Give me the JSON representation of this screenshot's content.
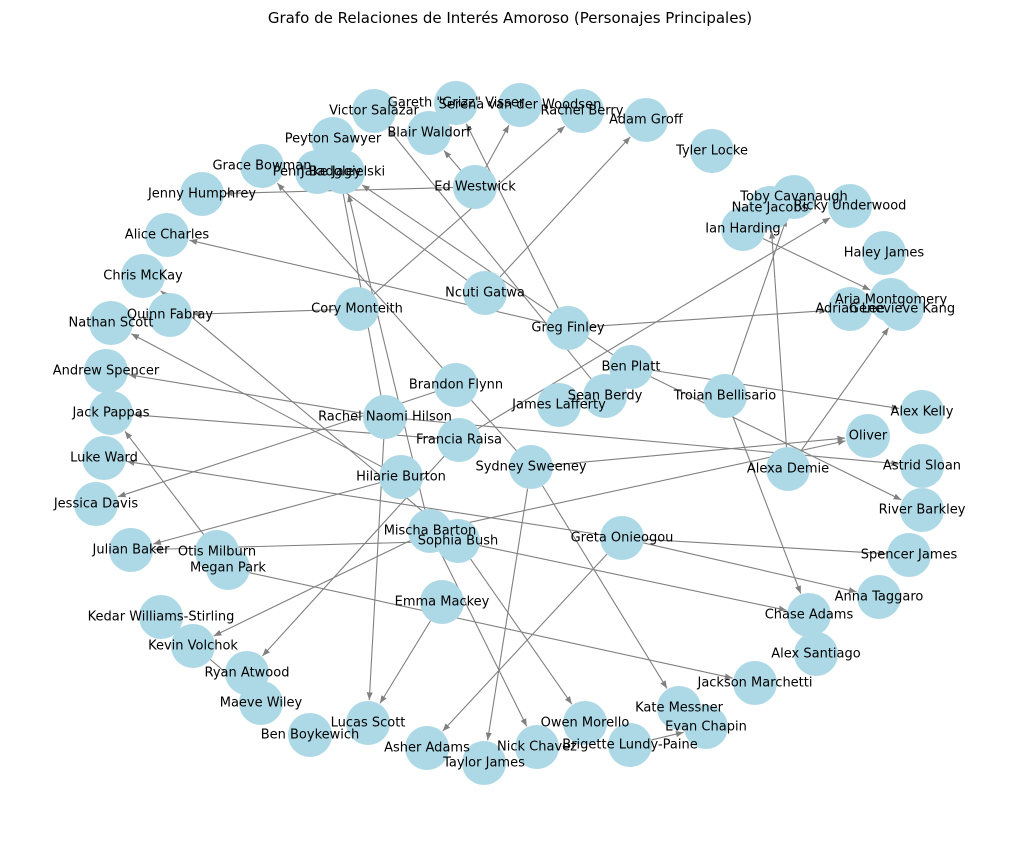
{
  "title": "Grafo de Relaciones de Interés Amoroso (Personajes Principales)",
  "colors": {
    "node": "#add8e6",
    "edge": "#808080",
    "text": "#000000"
  },
  "nodes": [
    {
      "id": "Gareth \"Grizz\" Visser"
    },
    {
      "id": "Serena van der Woodsen"
    },
    {
      "id": "Rachel Berry"
    },
    {
      "id": "Adam Groff"
    },
    {
      "id": "Victor Salazar"
    },
    {
      "id": "Blair Waldorf"
    },
    {
      "id": "Peyton Sawyer"
    },
    {
      "id": "Grace Bowman"
    },
    {
      "id": "Penn Badgley"
    },
    {
      "id": "Jake Jagielski"
    },
    {
      "id": "Tyler Locke"
    },
    {
      "id": "Ed Westwick"
    },
    {
      "id": "Jenny Humphrey"
    },
    {
      "id": "Toby Cavanaugh"
    },
    {
      "id": "Nate Jacobs"
    },
    {
      "id": "Ricky Underwood"
    },
    {
      "id": "Ian Harding"
    },
    {
      "id": "Alice Charles"
    },
    {
      "id": "Haley James"
    },
    {
      "id": "Chris McKay"
    },
    {
      "id": "Ncuti Gatwa"
    },
    {
      "id": "Aria Montgomery"
    },
    {
      "id": "Adrian Lee"
    },
    {
      "id": "Genevieve Kang"
    },
    {
      "id": "Cory Monteith"
    },
    {
      "id": "Quinn Fabray"
    },
    {
      "id": "Greg Finley"
    },
    {
      "id": "Nathan Scott"
    },
    {
      "id": "Ben Platt"
    },
    {
      "id": "Andrew Spencer"
    },
    {
      "id": "Brandon Flynn"
    },
    {
      "id": "Sean Berdy"
    },
    {
      "id": "Troian Bellisario"
    },
    {
      "id": "James Lafferty"
    },
    {
      "id": "Jack Pappas"
    },
    {
      "id": "Rachel Naomi Hilson"
    },
    {
      "id": "Alex Kelly"
    },
    {
      "id": "Francia Raisa"
    },
    {
      "id": "Oliver"
    },
    {
      "id": "Luke Ward"
    },
    {
      "id": "Sydney Sweeney"
    },
    {
      "id": "Astrid Sloan"
    },
    {
      "id": "Alexa Demie"
    },
    {
      "id": "Hilarie Burton"
    },
    {
      "id": "Jessica Davis"
    },
    {
      "id": "River Barkley"
    },
    {
      "id": "Mischa Barton"
    },
    {
      "id": "Sophia Bush"
    },
    {
      "id": "Greta Onieogou"
    },
    {
      "id": "Julian Baker"
    },
    {
      "id": "Otis Milburn"
    },
    {
      "id": "Spencer James"
    },
    {
      "id": "Megan Park"
    },
    {
      "id": "Anna Taggaro"
    },
    {
      "id": "Emma Mackey"
    },
    {
      "id": "Kedar Williams-Stirling"
    },
    {
      "id": "Chase Adams"
    },
    {
      "id": "Kevin Volchok"
    },
    {
      "id": "Alex Santiago"
    },
    {
      "id": "Ryan Atwood"
    },
    {
      "id": "Jackson Marchetti"
    },
    {
      "id": "Maeve Wiley"
    },
    {
      "id": "Kate Messner"
    },
    {
      "id": "Lucas Scott"
    },
    {
      "id": "Owen Morello"
    },
    {
      "id": "Evan Chapin"
    },
    {
      "id": "Ben Boykewich"
    },
    {
      "id": "Asher Adams"
    },
    {
      "id": "Brigette Lundy-Paine"
    },
    {
      "id": "Nick Chavez"
    },
    {
      "id": "Taylor James"
    }
  ],
  "edges": [
    {
      "from": "Ed Westwick",
      "to": "Serena van der Woodsen"
    },
    {
      "from": "Ed Westwick",
      "to": "Blair Waldorf"
    },
    {
      "from": "Ed Westwick",
      "to": "Jenny Humphrey"
    },
    {
      "from": "Ncuti Gatwa",
      "to": "Adam Groff"
    },
    {
      "from": "Ncuti Gatwa",
      "to": "Penn Badgley"
    },
    {
      "from": "Cory Monteith",
      "to": "Rachel Berry"
    },
    {
      "from": "Cory Monteith",
      "to": "Quinn Fabray"
    },
    {
      "from": "Greg Finley",
      "to": "Gareth \"Grizz\" Visser"
    },
    {
      "from": "Greg Finley",
      "to": "Alice Charles"
    },
    {
      "from": "Greg Finley",
      "to": "Adrian Lee"
    },
    {
      "from": "Ben Platt",
      "to": "Jake Jagielski"
    },
    {
      "from": "Ben Platt",
      "to": "Alex Kelly"
    },
    {
      "from": "Ben Platt",
      "to": "River Barkley"
    },
    {
      "from": "Sean Berdy",
      "to": "Victor Salazar"
    },
    {
      "from": "Troian Bellisario",
      "to": "Toby Cavanaugh"
    },
    {
      "from": "Troian Bellisario",
      "to": "Chase Adams"
    },
    {
      "from": "Ian Harding",
      "to": "Aria Montgomery"
    },
    {
      "from": "Alexa Demie",
      "to": "Nate Jacobs"
    },
    {
      "from": "Alexa Demie",
      "to": "Genevieve Kang"
    },
    {
      "from": "Rachel Naomi Hilson",
      "to": "Peyton Sawyer"
    },
    {
      "from": "Rachel Naomi Hilson",
      "to": "Andrew Spencer"
    },
    {
      "from": "Rachel Naomi Hilson",
      "to": "Astrid Sloan"
    },
    {
      "from": "Rachel Naomi Hilson",
      "to": "Lucas Scott"
    },
    {
      "from": "Brandon Flynn",
      "to": "Jessica Davis"
    },
    {
      "from": "Francia Raisa",
      "to": "Jack Pappas"
    },
    {
      "from": "Francia Raisa",
      "to": "Ricky Underwood"
    },
    {
      "from": "Francia Raisa",
      "to": "Ryan Atwood"
    },
    {
      "from": "Sydney Sweeney",
      "to": "Grace Bowman"
    },
    {
      "from": "Sydney Sweeney",
      "to": "Oliver"
    },
    {
      "from": "Sydney Sweeney",
      "to": "Kate Messner"
    },
    {
      "from": "Sydney Sweeney",
      "to": "Taylor James"
    },
    {
      "from": "Hilarie Burton",
      "to": "Nathan Scott"
    },
    {
      "from": "Hilarie Burton",
      "to": "Julian Baker"
    },
    {
      "from": "Mischa Barton",
      "to": "Jake Jagielski"
    },
    {
      "from": "Mischa Barton",
      "to": "Oliver"
    },
    {
      "from": "Mischa Barton",
      "to": "Kevin Volchok"
    },
    {
      "from": "Mischa Barton",
      "to": "Nick Chavez"
    },
    {
      "from": "Sophia Bush",
      "to": "Chris McKay"
    },
    {
      "from": "Sophia Bush",
      "to": "Julian Baker"
    },
    {
      "from": "Sophia Bush",
      "to": "Chase Adams"
    },
    {
      "from": "Sophia Bush",
      "to": "Owen Morello"
    },
    {
      "from": "Greta Onieogou",
      "to": "Luke Ward"
    },
    {
      "from": "Greta Onieogou",
      "to": "Spencer James"
    },
    {
      "from": "Greta Onieogou",
      "to": "Anna Taggaro"
    },
    {
      "from": "Greta Onieogou",
      "to": "Asher Adams"
    },
    {
      "from": "Otis Milburn",
      "to": "Jack Pappas"
    },
    {
      "from": "Megan Park",
      "to": "Jackson Marchetti"
    },
    {
      "from": "Emma Mackey",
      "to": "Lucas Scott"
    },
    {
      "from": "Kedar Williams-Stirling",
      "to": "Maeve Wiley"
    },
    {
      "from": "Brigette Lundy-Paine",
      "to": "Evan Chapin"
    }
  ]
}
